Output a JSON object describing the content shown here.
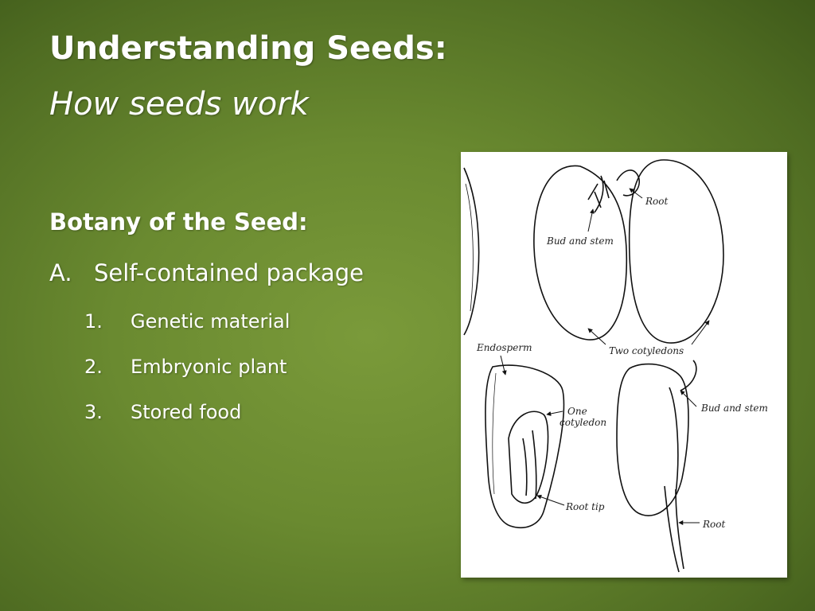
{
  "slide": {
    "title": "Understanding Seeds:",
    "subtitle": "How seeds work",
    "section_heading": "Botany of the Seed:",
    "point_a": {
      "marker": "A.",
      "text": "Self-contained package"
    },
    "subpoints": [
      {
        "num": "1.",
        "text": "Genetic material"
      },
      {
        "num": "2.",
        "text": "Embryonic plant"
      },
      {
        "num": "3.",
        "text": "Stored food"
      }
    ]
  },
  "figure": {
    "labels": {
      "root_top": "Root",
      "bud_stem_top": "Bud and stem",
      "two_cotyledons": "Two cotyledons",
      "endosperm": "Endosperm",
      "one": "One",
      "cotyledon": "cotyledon",
      "bud_stem_bottom": "Bud and stem",
      "root_tip": "Root tip",
      "root_bottom": "Root"
    }
  },
  "colors": {
    "background": "#6a8a30",
    "text": "#ffffff",
    "figure_bg": "#ffffff"
  }
}
